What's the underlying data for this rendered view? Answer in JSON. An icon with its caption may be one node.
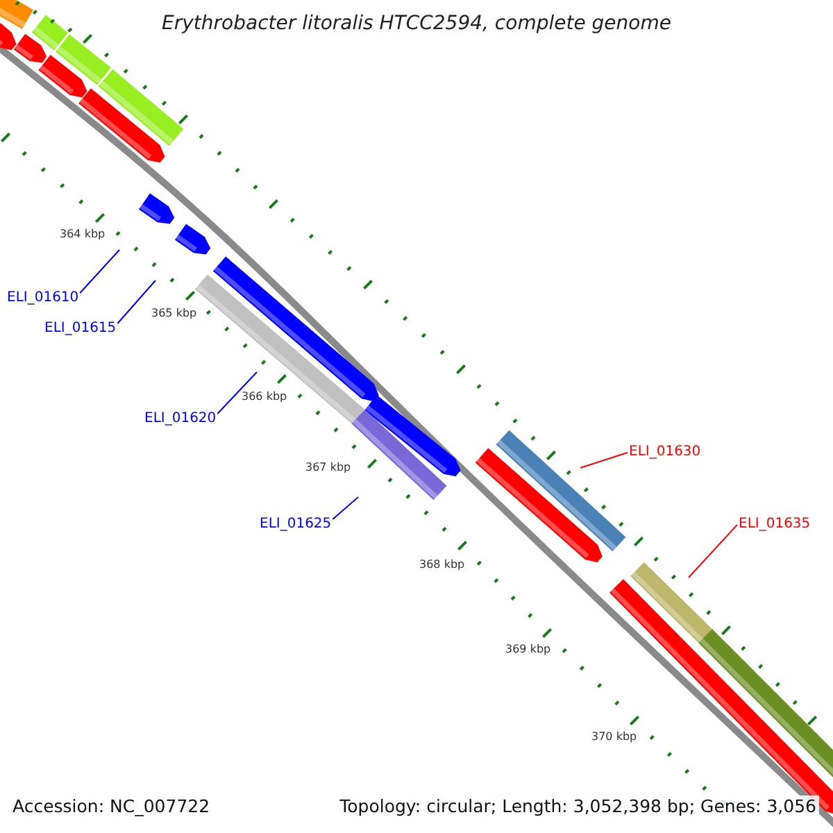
{
  "diagram": {
    "title": "Erythrobacter litoralis HTCC2594, complete genome",
    "nodes": [
      {
        "text": [
          "ELI_01610"
        ]
      },
      {
        "text": [
          "ELI_01615"
        ]
      },
      {
        "text": [
          "ELI_01620"
        ]
      },
      {
        "text": [
          "ELI_01625"
        ]
      },
      {
        "text": [
          "ELI_01630"
        ]
      },
      {
        "text": [
          "ELI_01635"
        ]
      }
    ],
    "edges": [
      {
        "from": 0,
        "to": null,
        "arrow": "none"
      },
      {
        "from": 1,
        "to": null,
        "arrow": "none"
      },
      {
        "from": 2,
        "to": null,
        "arrow": "none"
      },
      {
        "from": 3,
        "to": null,
        "arrow": "none"
      },
      {
        "from": 4,
        "to": null,
        "arrow": "none",
        "color": "#ff0000"
      },
      {
        "from": 5,
        "to": null,
        "arrow": "none",
        "color": "#ff0000"
      }
    ],
    "labels": [
      "364 kbp",
      "365 kbp",
      "366 kbp",
      "367 kbp",
      "368 kbp",
      "369 kbp",
      "370 kbp",
      "Accession: NC_007722",
      "Topology: circular; Length: 3,052,398 bp; Genes: 3,056"
    ]
  }
}
